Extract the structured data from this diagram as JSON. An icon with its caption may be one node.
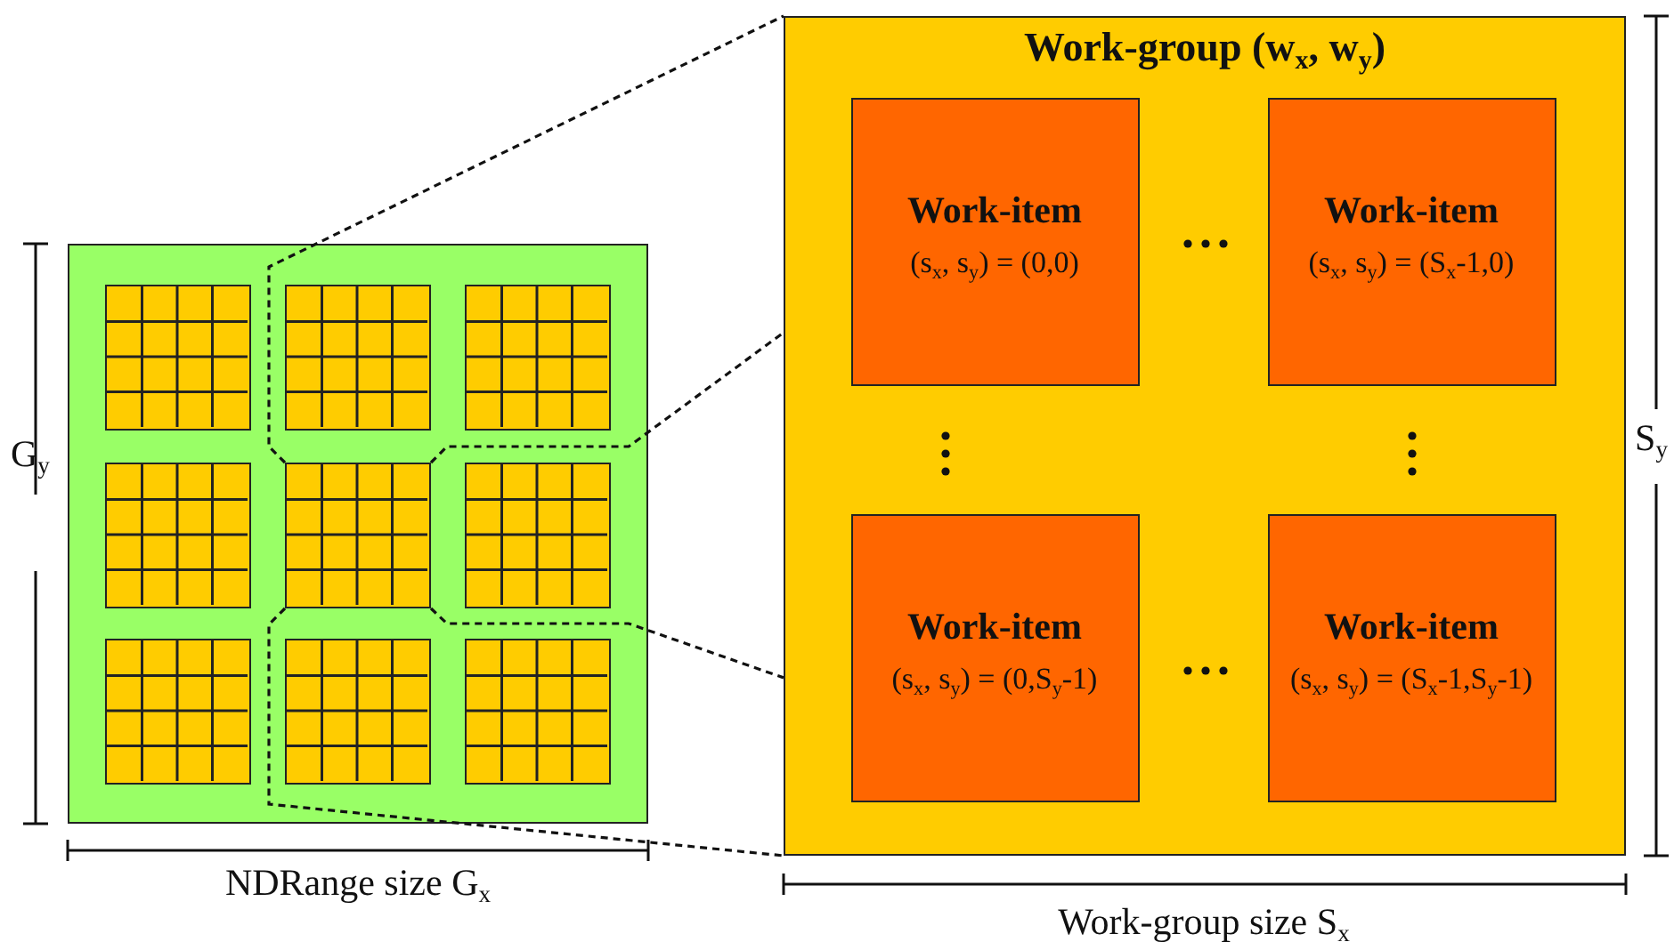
{
  "diagram": {
    "nodes": [
      {
        "text": [],
        "shape": "box"
      },
      {
        "text": [],
        "shape": "box",
        "in": 0
      },
      {
        "text": [],
        "shape": "box",
        "in": 0
      },
      {
        "text": [],
        "shape": "box",
        "in": 0
      },
      {
        "text": [],
        "shape": "box",
        "in": 0
      },
      {
        "text": [],
        "shape": "box",
        "in": 0
      },
      {
        "text": [],
        "shape": "box",
        "in": 0
      },
      {
        "text": [],
        "shape": "box",
        "in": 0
      },
      {
        "text": [],
        "shape": "box",
        "in": 0
      },
      {
        "text": [],
        "shape": "box",
        "in": 0
      },
      {
        "text": [
          "Work-group (w$_{x}$, w$_{y}$)"
        ]
      },
      {
        "text": [
          "Work-item",
          "(s$_{x}$, s$_{y}$) = (0,0)"
        ],
        "in": 10
      },
      {
        "text": [
          "Work-item",
          "(s$_{x}$, s$_{y}$) = (S$_{x}$-1,0)"
        ],
        "in": 10
      },
      {
        "text": [
          "Work-item",
          "(s$_{x}$, s$_{y}$) = (0,S$_{y}$-1)"
        ],
        "in": 10
      },
      {
        "text": [
          "Work-item",
          "(s$_{x}$, s$_{y}$) = (S$_{x}$-1,S$_{y}$-1)"
        ],
        "in": 10
      }
    ],
    "edges": [
      {
        "from": 5,
        "to": 10,
        "arrow": "none",
        "style": "dashed"
      },
      {
        "from": 5,
        "to": 10,
        "arrow": "none",
        "style": "dashed"
      },
      {
        "from": 5,
        "to": 10,
        "arrow": "none",
        "style": "dashed"
      },
      {
        "from": 5,
        "to": 10,
        "arrow": "none",
        "style": "dashed"
      }
    ],
    "labels": [
      "S$_{y}$",
      "G$_{y}$",
      "NDRange size G$_{x}$",
      "Work-group size S$_{x}$"
    ]
  }
}
